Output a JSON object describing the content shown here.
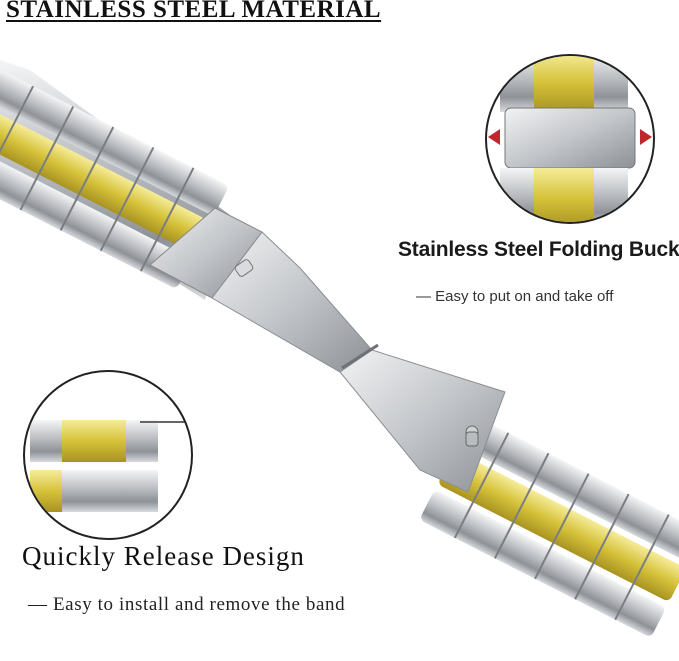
{
  "heading": "STAINLESS STEEL MATERIAL",
  "buckle": {
    "title": "Stainless Steel Folding Buckle",
    "dash": "—",
    "note": "Easy to put on and take off"
  },
  "release": {
    "title": "Quickly Release Design",
    "dash": "—",
    "note": "Easy to install and remove the band"
  },
  "colors": {
    "gold": "#d6c23a",
    "silver": "#c9ccd0",
    "arrow": "#c0262d"
  }
}
